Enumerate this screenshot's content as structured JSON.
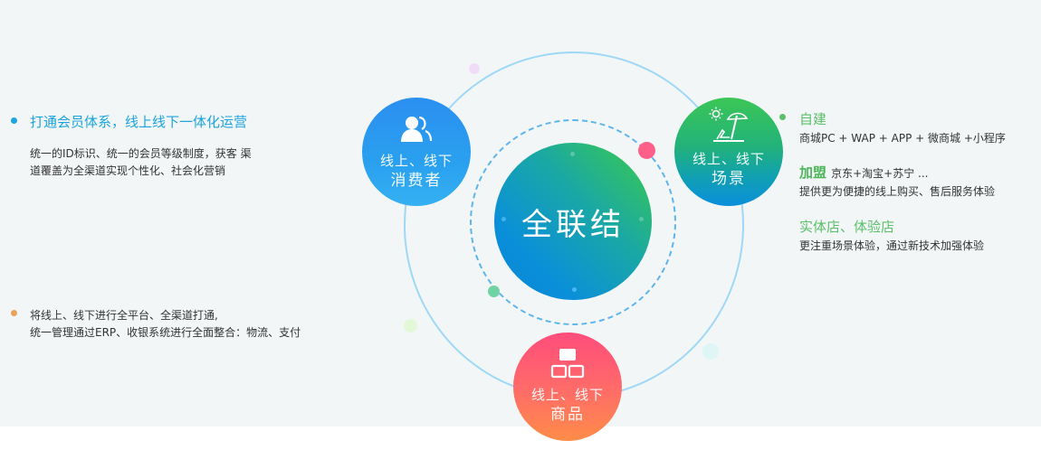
{
  "left": {
    "block1": {
      "title": "打通会员体系，线上线下一体化运营",
      "lines": [
        "统一的ID标识、统一的会员等级制度，获客 渠",
        "道覆盖为全渠道实现个性化、社会化营销"
      ],
      "bullet_color": "#1ba4dd"
    },
    "block2": {
      "lines": [
        "将线上、线下进行全平台、全渠道打通,",
        "统一管理通过ERP、收银系统进行全面整合：物流、支付"
      ],
      "bullet_color": "#e9a25a"
    }
  },
  "diagram": {
    "center": {
      "label": "全联结"
    },
    "nodes": [
      {
        "line1": "线上、线下",
        "line2": "消费者",
        "icon": "users-icon",
        "color": "#2b95f0"
      },
      {
        "line1": "线上、线下",
        "line2": "场景",
        "icon": "beach-umbrella-icon",
        "color": "#2cb56a"
      },
      {
        "line1": "线上、线下",
        "line2": "商品",
        "icon": "hierarchy-boxes-icon",
        "color": "#ff5a78"
      }
    ]
  },
  "right": {
    "bullet_color": "#5cbf6a",
    "items": [
      {
        "title": "自建",
        "text": "商城PC + WAP + APP + 微商城 +小程序"
      },
      {
        "title": "加盟",
        "inline": "京东+淘宝+苏宁 ...",
        "text": "提供更为便捷的线上购买、售后服务体验"
      },
      {
        "title": "实体店、体验店",
        "text": "更注重场景体验，通过新技术加强体验"
      }
    ]
  }
}
